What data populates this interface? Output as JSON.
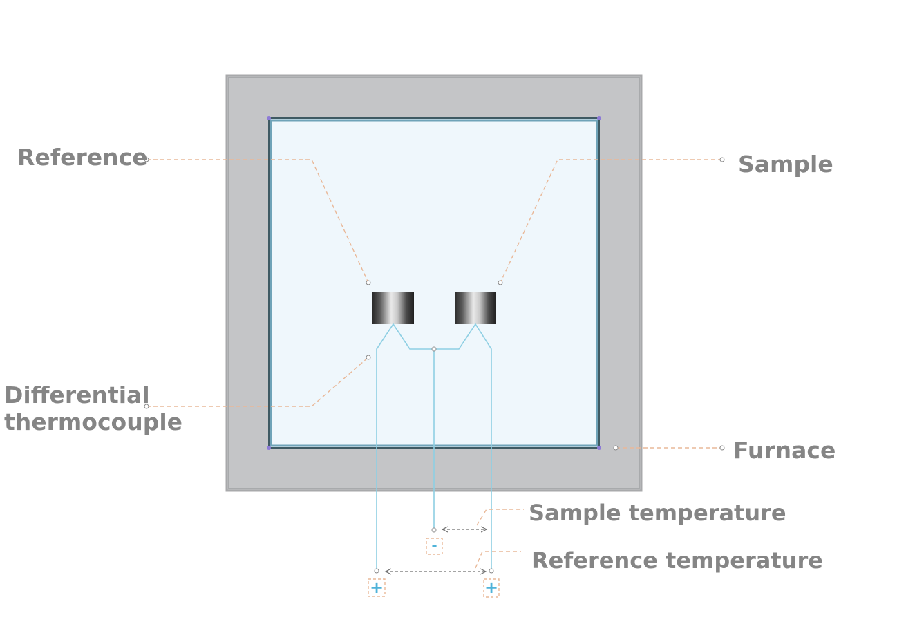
{
  "labels": {
    "reference": "Reference",
    "sample": "Sample",
    "differential_line1": "Differential",
    "differential_line2": "thermocouple",
    "furnace": "Furnace",
    "sample_temperature": "Sample temperature",
    "reference_temperature": "Reference temperature"
  },
  "terminals": {
    "minus": "-",
    "plus": "+"
  },
  "colors": {
    "furnace": "#c4c5c7",
    "chamber": "#eff7fc",
    "chamber_border": "#3f5a63",
    "wire": "#8ecfe3",
    "leader": "#e9b898",
    "label_text": "#858585",
    "terminal_sign": "#4fb3d9"
  }
}
